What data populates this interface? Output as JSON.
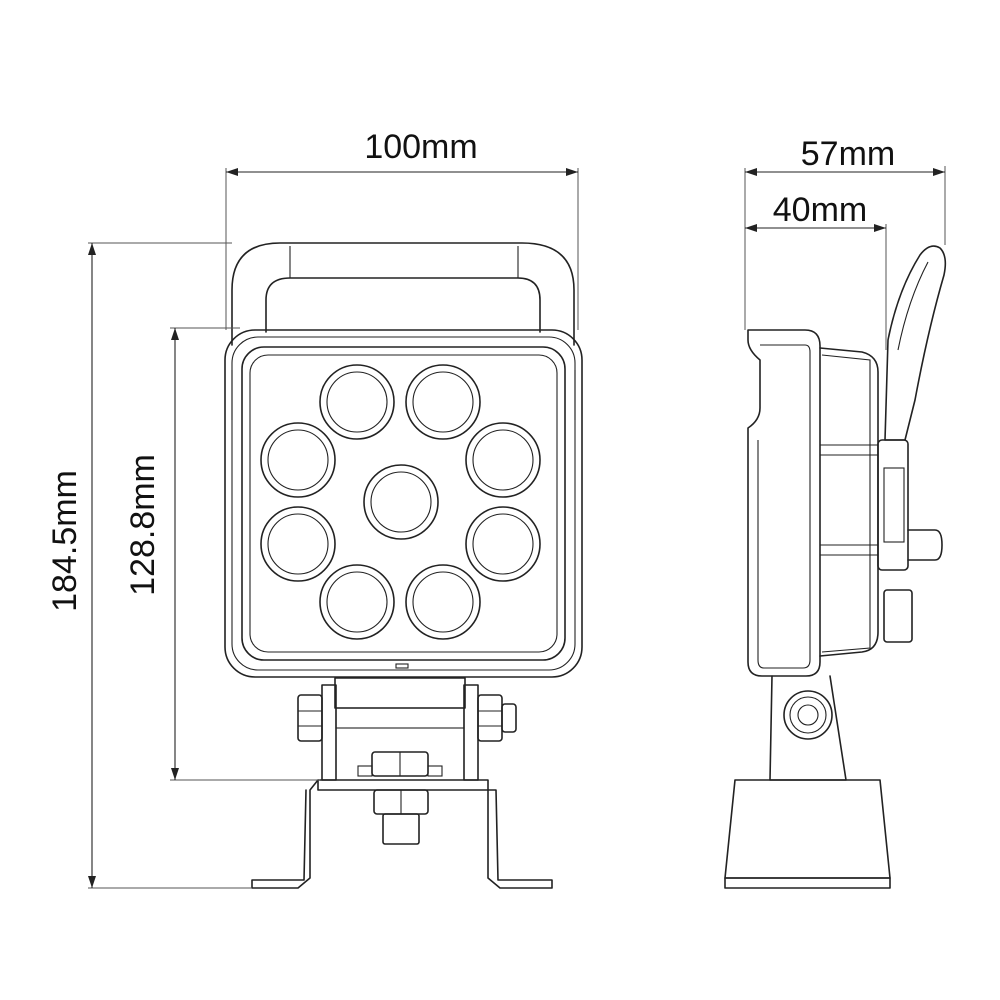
{
  "dimensions": {
    "front_width": "100mm",
    "side_depth_total": "57mm",
    "side_depth_housing": "40mm",
    "total_height": "184.5mm",
    "housing_height": "128.8mm"
  },
  "colors": {
    "line": "#222222",
    "background": "#ffffff"
  }
}
